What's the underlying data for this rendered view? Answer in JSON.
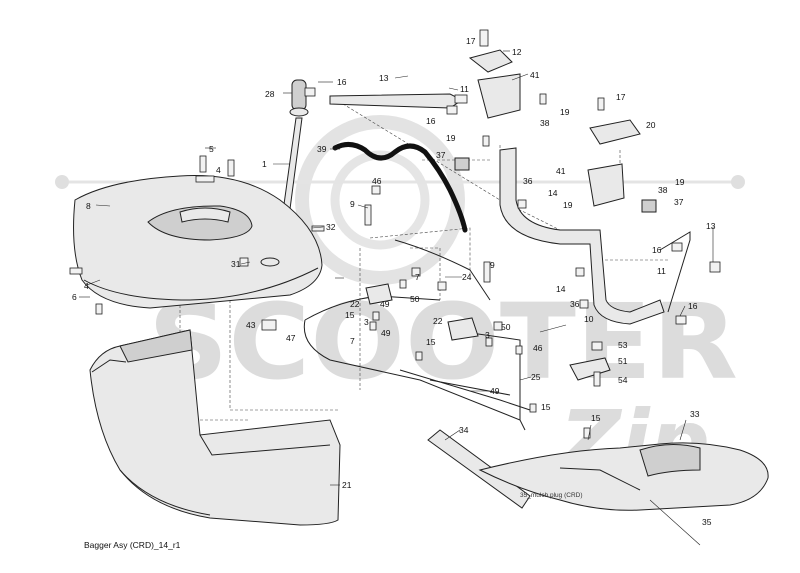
{
  "diagram": {
    "caption": "Bagger Asy (CRD)_14_r1",
    "note": "35_mulch plug (CRD)",
    "watermark": "SCOOTER",
    "watermark_script": "Zip"
  },
  "callouts": [
    "17",
    "12",
    "41",
    "13",
    "16",
    "11",
    "28",
    "16",
    "19",
    "38",
    "19",
    "37",
    "39",
    "1",
    "5",
    "4",
    "8",
    "46",
    "9",
    "32",
    "31",
    "36",
    "14",
    "17",
    "20",
    "41",
    "19",
    "38",
    "37",
    "19",
    "14",
    "36",
    "16",
    "13",
    "11",
    "10",
    "16",
    "24",
    "7",
    "9",
    "50",
    "22",
    "49",
    "3",
    "15",
    "43",
    "47",
    "7",
    "49",
    "3",
    "15",
    "22",
    "50",
    "46",
    "53",
    "51",
    "54",
    "25",
    "49",
    "15",
    "15",
    "34",
    "33",
    "21",
    "35",
    "6",
    "4"
  ]
}
